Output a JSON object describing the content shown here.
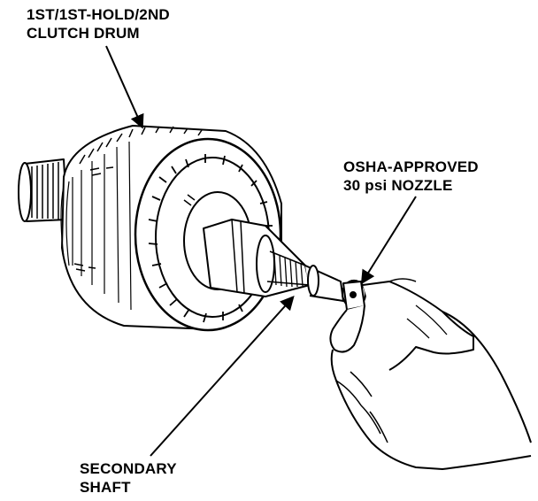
{
  "labels": {
    "drum_line1": "1ST/1ST-HOLD/2ND",
    "drum_line2": "CLUTCH DRUM",
    "nozzle_line1": "OSHA-APPROVED",
    "nozzle_line2": "30 psi NOZZLE",
    "shaft_line1": "SECONDARY",
    "shaft_line2": "SHAFT"
  },
  "colors": {
    "ink": "#000000",
    "paper": "#ffffff"
  }
}
